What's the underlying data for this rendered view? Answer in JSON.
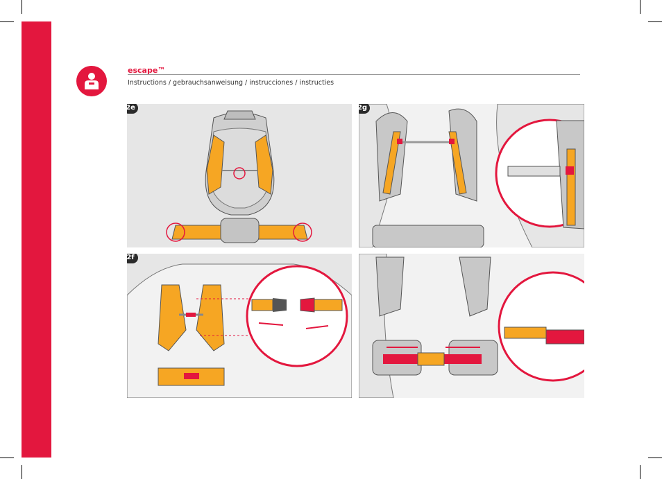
{
  "header": {
    "brand": "escape™",
    "subtitle": "Instructions / gebrauchsanweisung / instrucciones / instructies"
  },
  "steps": [
    {
      "label": "2e"
    },
    {
      "label": "2g"
    },
    {
      "label": "2f"
    }
  ],
  "colors": {
    "brand_red": "#e3173e",
    "strap_orange": "#f6a623",
    "seat_gray": "#c8c8c8",
    "panel_bg": "#e6e6e6"
  },
  "icons": {
    "logo": "person-manual-icon"
  }
}
